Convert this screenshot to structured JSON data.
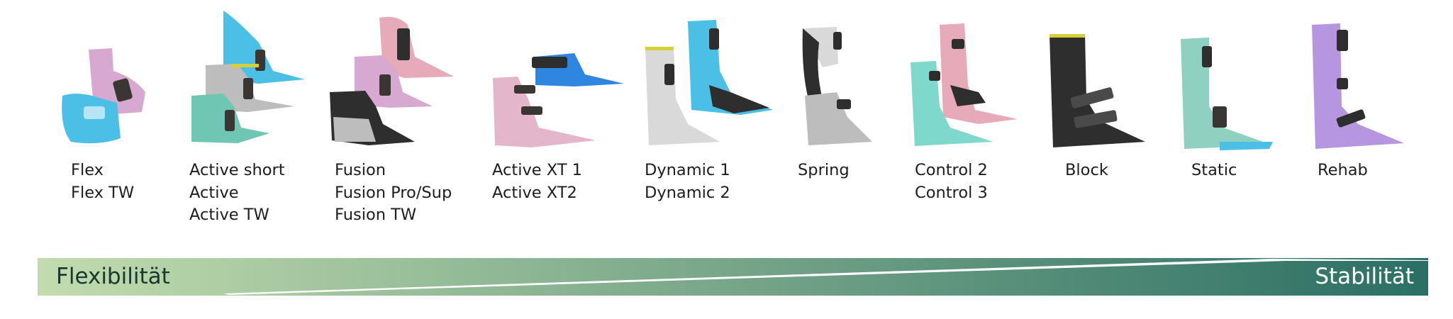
{
  "products": [
    {
      "id": "flex",
      "names": [
        "Flex",
        "Flex TW"
      ]
    },
    {
      "id": "active",
      "names": [
        "Active short",
        "Active",
        "Active TW"
      ]
    },
    {
      "id": "fusion",
      "names": [
        "Fusion",
        "Fusion Pro/Sup",
        "Fusion TW"
      ]
    },
    {
      "id": "active-xt",
      "names": [
        "Active XT 1",
        "Active XT2"
      ]
    },
    {
      "id": "dynamic",
      "names": [
        "Dynamic 1",
        "Dynamic 2"
      ]
    },
    {
      "id": "spring",
      "names": [
        "Spring"
      ]
    },
    {
      "id": "control",
      "names": [
        "Control 2",
        "Control 3"
      ]
    },
    {
      "id": "block",
      "names": [
        "Block"
      ]
    },
    {
      "id": "static",
      "names": [
        "Static"
      ]
    },
    {
      "id": "rehab",
      "names": [
        "Rehab"
      ]
    }
  ],
  "scale": {
    "left_label": "Flexibilität",
    "right_label": "Stabilität",
    "gradient_start": "#c2dcae",
    "gradient_end": "#2b6f64"
  },
  "colors": {
    "pink": "#d7a8d0",
    "blue": "#4bbfe6",
    "grey": "#bdbdbd",
    "teal": "#6fc6b3",
    "black": "#2e2e2e",
    "rose": "#e7aab9",
    "mint": "#7fd8cc",
    "lilac": "#b796e0",
    "strap": "#3a3634"
  }
}
